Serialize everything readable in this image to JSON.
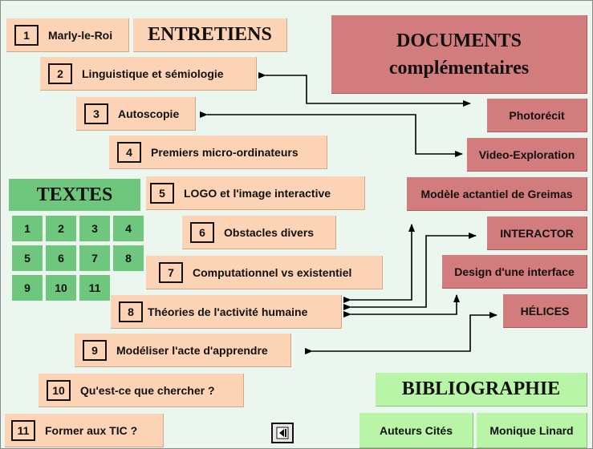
{
  "headings": {
    "entretiens": "ENTRETIENS",
    "documents": "DOCUMENTS complémentaires",
    "textes": "TEXTES",
    "bibliographie": "BIBLIOGRAPHIE"
  },
  "entretiens": [
    {
      "num": "1",
      "label": "Marly-le-Roi"
    },
    {
      "num": "2",
      "label": "Linguistique et sémiologie"
    },
    {
      "num": "3",
      "label": "Autoscopie"
    },
    {
      "num": "4",
      "label": "Premiers micro-ordinateurs"
    },
    {
      "num": "5",
      "label": "LOGO et l'image interactive"
    },
    {
      "num": "6",
      "label": "Obstacles divers"
    },
    {
      "num": "7",
      "label": "Computationnel vs existentiel"
    },
    {
      "num": "8",
      "label": "Théories de l'activité humaine"
    },
    {
      "num": "9",
      "label": "Modéliser l'acte d'apprendre"
    },
    {
      "num": "10",
      "label": "Qu'est-ce que chercher ?"
    },
    {
      "num": "11",
      "label": "Former aux TIC ?"
    }
  ],
  "documents": [
    "Photorécit",
    "Video-Exploration",
    "Modèle actantiel de Greimas",
    "INTERACTOR",
    "Design d'une interface",
    "HÉLICES"
  ],
  "textes": [
    "1",
    "2",
    "3",
    "4",
    "5",
    "6",
    "7",
    "8",
    "9",
    "10",
    "11"
  ],
  "bibliographie": [
    "Auteurs Cités",
    "Monique Linard"
  ],
  "nav": {
    "icon": "back-arrow-icon"
  },
  "colors": {
    "background": "#eaf6ee",
    "entretien": "#fcd4b5",
    "document": "#d37c7d",
    "texte": "#6fc77d",
    "bibliographie": "#b8f5a6"
  }
}
